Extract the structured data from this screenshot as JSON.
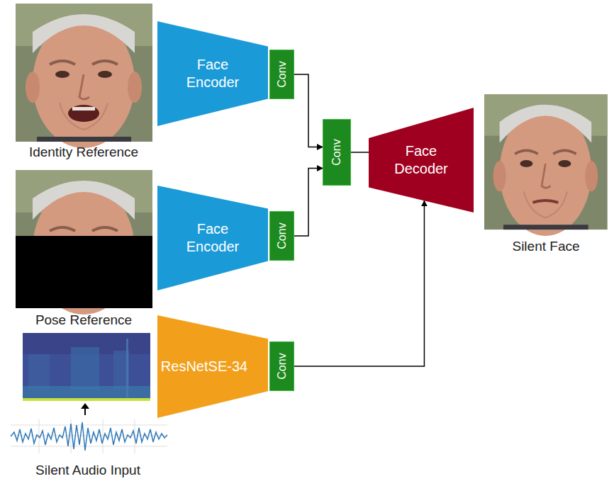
{
  "diagram": {
    "nodes": [
      {
        "text": [
          "Face Encoder"
        ]
      },
      {
        "text": [
          "Conv"
        ]
      },
      {
        "text": [
          "Face Encoder"
        ]
      },
      {
        "text": [
          "Conv"
        ]
      },
      {
        "text": [
          "ResNetSE-34"
        ]
      },
      {
        "text": [
          "Conv"
        ]
      },
      {
        "text": [
          "Conv"
        ]
      },
      {
        "text": [
          "Face Decoder"
        ]
      }
    ],
    "edges": [
      {
        "from": 1,
        "to": 6,
        "arrow": "to"
      },
      {
        "from": 3,
        "to": 6,
        "arrow": "to"
      },
      {
        "from": 6,
        "to": 7,
        "arrow": "none"
      },
      {
        "from": 5,
        "to": 7,
        "arrow": "to"
      }
    ],
    "labels": [
      "Identity Reference",
      "Pose Reference",
      "Silent Audio Input",
      "Silent Face"
    ]
  }
}
